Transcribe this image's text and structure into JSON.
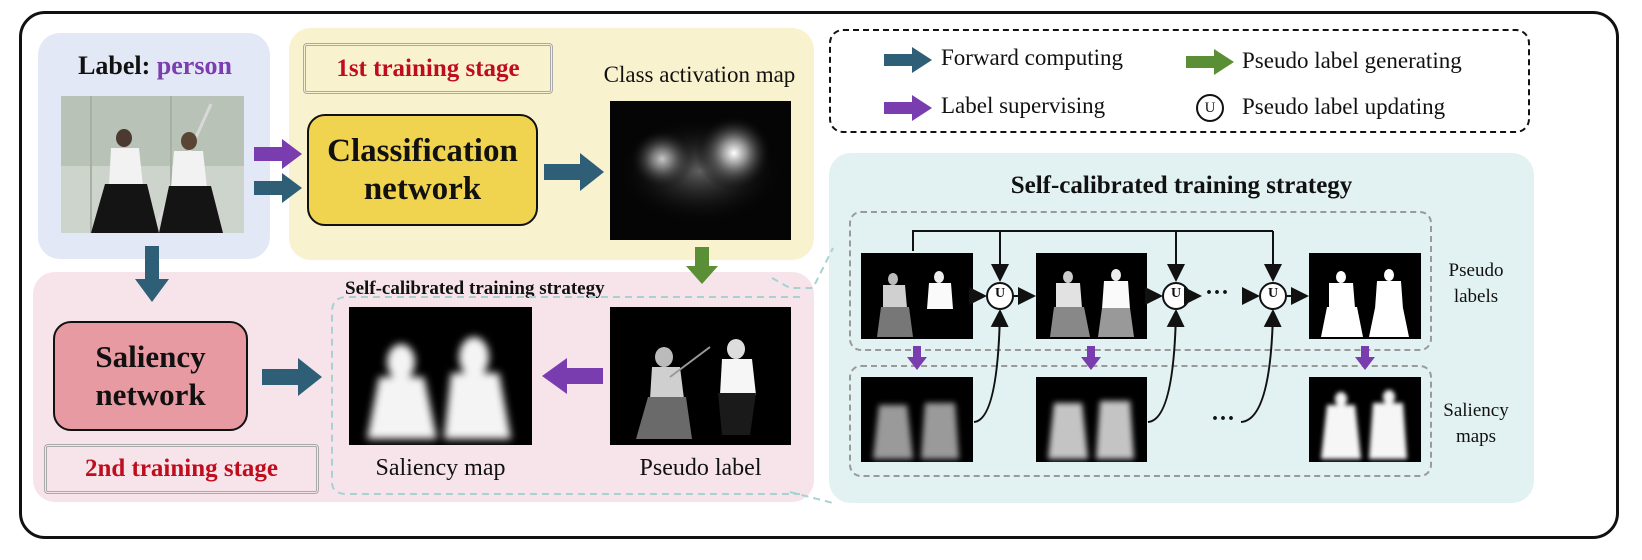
{
  "label": {
    "prefix": "Label:",
    "class_name": "person"
  },
  "stage1": {
    "title": "1st training stage"
  },
  "stage2": {
    "title": "2nd training stage"
  },
  "networks": {
    "classification_line1": "Classification",
    "classification_line2": "network",
    "saliency_line1": "Saliency",
    "saliency_line2": "network"
  },
  "captions": {
    "class_activation_map": "Class activation map",
    "saliency_map": "Saliency map",
    "pseudo_label": "Pseudo label",
    "self_calibrated_small": "Self-calibrated training strategy",
    "self_calibrated_large": "Self-calibrated training strategy",
    "pseudo_labels_line1": "Pseudo",
    "pseudo_labels_line2": "labels",
    "saliency_maps_line1": "Saliency",
    "saliency_maps_line2": "maps",
    "ellipsis": "···",
    "update_symbol": "U"
  },
  "legend": {
    "forward": "Forward computing",
    "pseudo_generating": "Pseudo label generating",
    "label_supervising": "Label supervising",
    "pseudo_updating": "Pseudo label updating",
    "update_symbol": "U"
  },
  "colors": {
    "forward_arrow": "#2f5f77",
    "supervise_arrow": "#7a3db0",
    "generate_arrow": "#5b8f36",
    "label_panel": "#e2e8f6",
    "stage1_panel": "#f8f2cf",
    "stage2_panel": "#f6e4ea",
    "strategy_panel": "#e2f1f1",
    "classification_box": "#f0d34e",
    "saliency_box": "#e89aa3",
    "stage_title": "#c00d1d",
    "class_name": "#7b3db0"
  }
}
